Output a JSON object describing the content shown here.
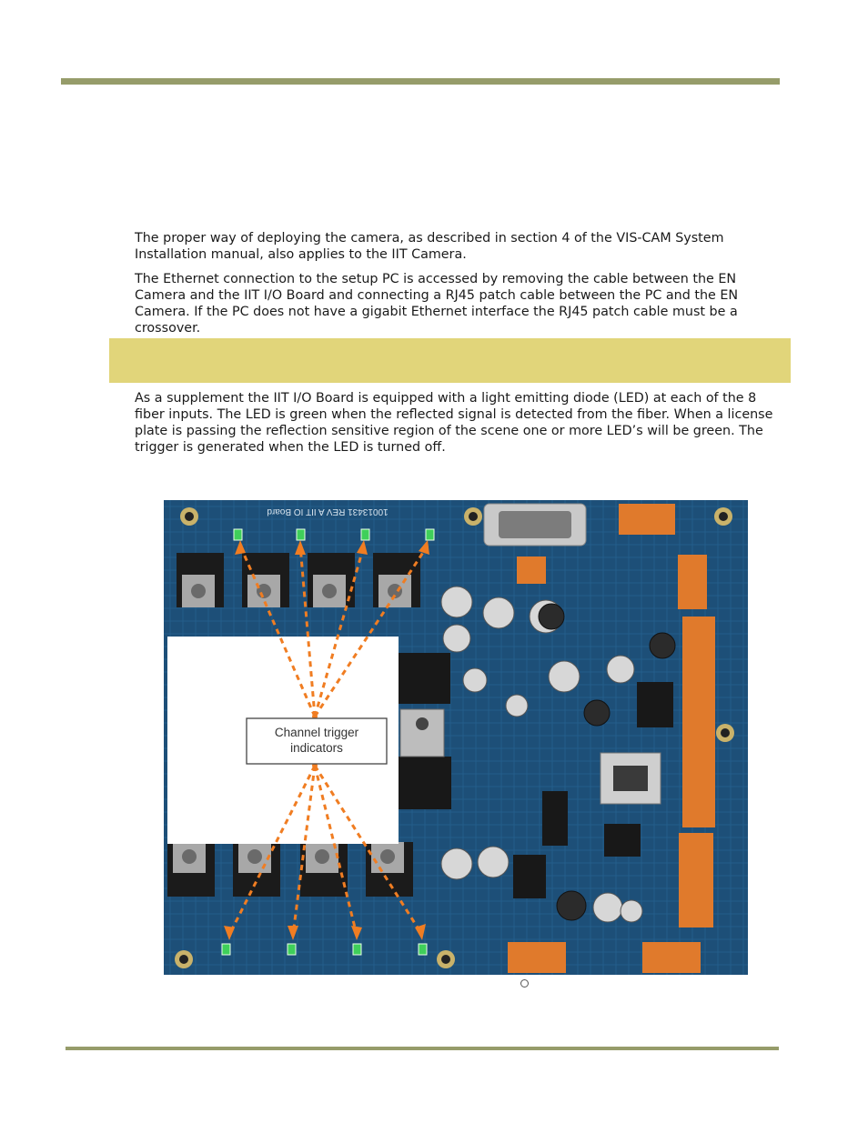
{
  "colors": {
    "rule": "#969c6a",
    "band": "#e1d57a",
    "board": "#1d4f78",
    "connector": "#e07a2c",
    "arrow": "#f07d22",
    "led": "#3fcf5a"
  },
  "body": {
    "paragraphs": [
      "The proper way of deploying the camera, as described in section 4 of the VIS-CAM System Installation manual, also applies to the IIT Camera.",
      "The Ethernet connection to the setup PC is accessed by removing the cable between the EN Camera and the IIT I/O Board and connecting a RJ45 patch cable between the PC and the EN Camera. If the PC does not have a gigabit Ethernet interface the RJ45 patch cable must be a crossover.",
      "As a supplement the IIT I/O Board is equipped with a light emitting diode (LED) at each of the 8 fiber inputs. The LED is green when the reflected signal is detected from the fiber. When a license plate is passing the reflection sensitive region of the scene one or more LED’s will be green. The trigger is generated when the LED is turned off."
    ]
  },
  "figure": {
    "callout_line1": "Channel trigger",
    "callout_line2": "indicators",
    "silkscreen": "10013431 REV A   IIT IO Board",
    "fiber_input_count": 8,
    "icons": {
      "leds": "led-indicator-icon",
      "connectors": "connector-icon",
      "capacitors": "capacitor-icon",
      "ethernet": "rj45-jack-icon"
    }
  }
}
